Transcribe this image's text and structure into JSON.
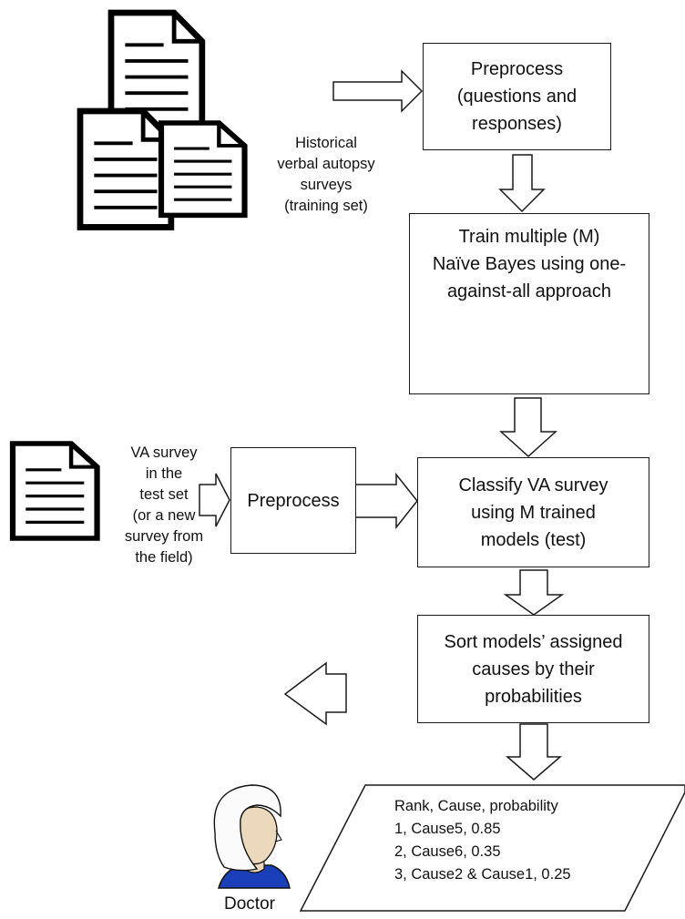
{
  "training_label": [
    "Historical",
    "verbal autopsy",
    "surveys",
    "(training set)"
  ],
  "test_label": [
    "VA survey",
    "in the",
    "test set",
    "(or a new",
    "survey from",
    "the field)"
  ],
  "preprocess_training": [
    "Preprocess",
    "(questions and",
    "responses)"
  ],
  "train_models": [
    "Train multiple (M)",
    "Naïve Bayes using one-",
    "against-all approach"
  ],
  "preprocess_test": [
    "Preprocess"
  ],
  "classify": [
    "Classify VA survey",
    "using M trained",
    "models (test)"
  ],
  "sort": [
    "Sort models’ assigned",
    "causes  by  their",
    "probabilities"
  ],
  "output": [
    "Rank, Cause, probability",
    "1, Cause5, 0.85",
    "2, Cause6, 0.35",
    "3, Cause2 & Cause1, 0.25"
  ],
  "doctor_label": "Doctor"
}
